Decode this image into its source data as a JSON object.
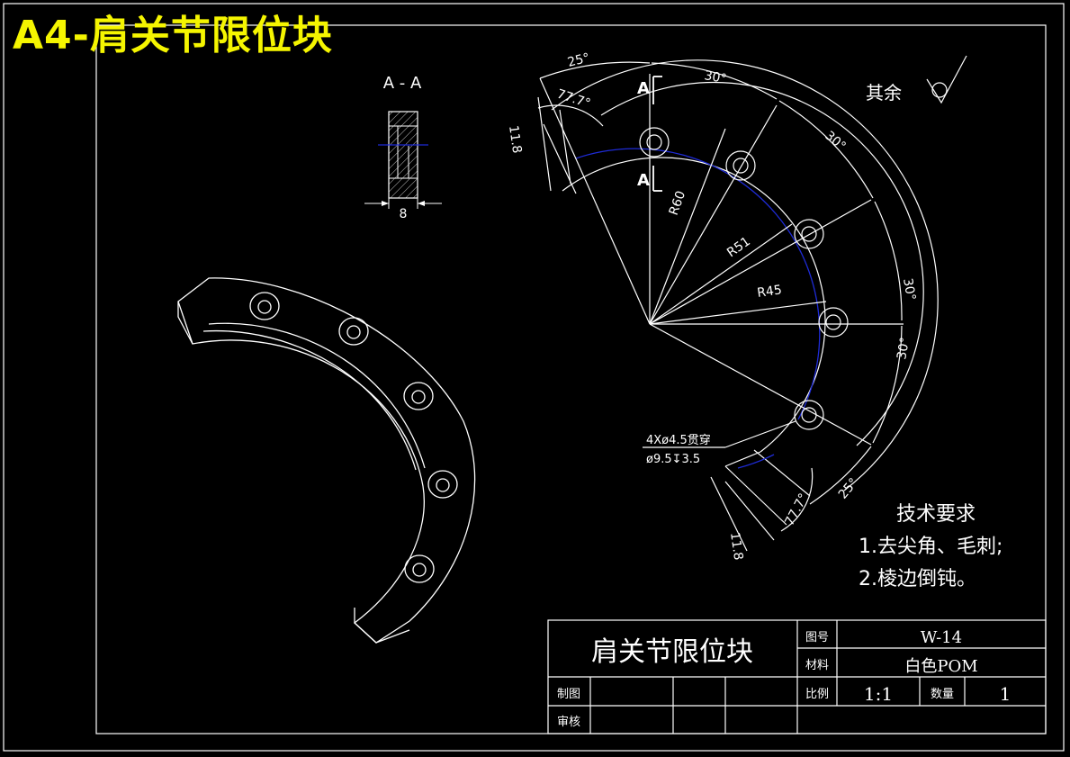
{
  "overlay_title": "A4-肩关节限位块",
  "section": {
    "label": "A - A",
    "width_dim": "8"
  },
  "roughness_note": "其余",
  "front_view": {
    "dims": {
      "angle_top_25": "25°",
      "angle_30_a": "30°",
      "angle_30_b": "30°",
      "angle_30_c": "30°",
      "angle_30_d": "30°",
      "angle_bottom_25": "25°",
      "angle_end_top": "77.7°",
      "angle_end_bottom": "77.7°",
      "width_end_top": "11.8",
      "width_end_bottom": "11.8",
      "r60": "R60",
      "r51": "R51",
      "r45": "R45",
      "section_mark_top": "A",
      "section_mark_bottom": "A"
    },
    "hole_note_line1": "4Xø4.5贯穿",
    "hole_note_line2": "ø9.5↧3.5"
  },
  "tech_requirements": {
    "heading": "技术要求",
    "items": [
      "1.去尖角、毛刺;",
      "2.棱边倒钝。"
    ]
  },
  "title_block": {
    "part_name": "肩关节限位块",
    "drawing_no_label": "图号",
    "drawing_no": "W-14",
    "material_label": "材料",
    "material": "白色POM",
    "scale_label": "比例",
    "scale": "1:1",
    "qty_label": "数量",
    "qty": "1",
    "drawn_label": "制图",
    "checked_label": "审核"
  },
  "colors": {
    "background": "#000000",
    "lines": "#ffffff",
    "centerline": "#1e2bd6",
    "overlay_title": "#f5f500"
  }
}
